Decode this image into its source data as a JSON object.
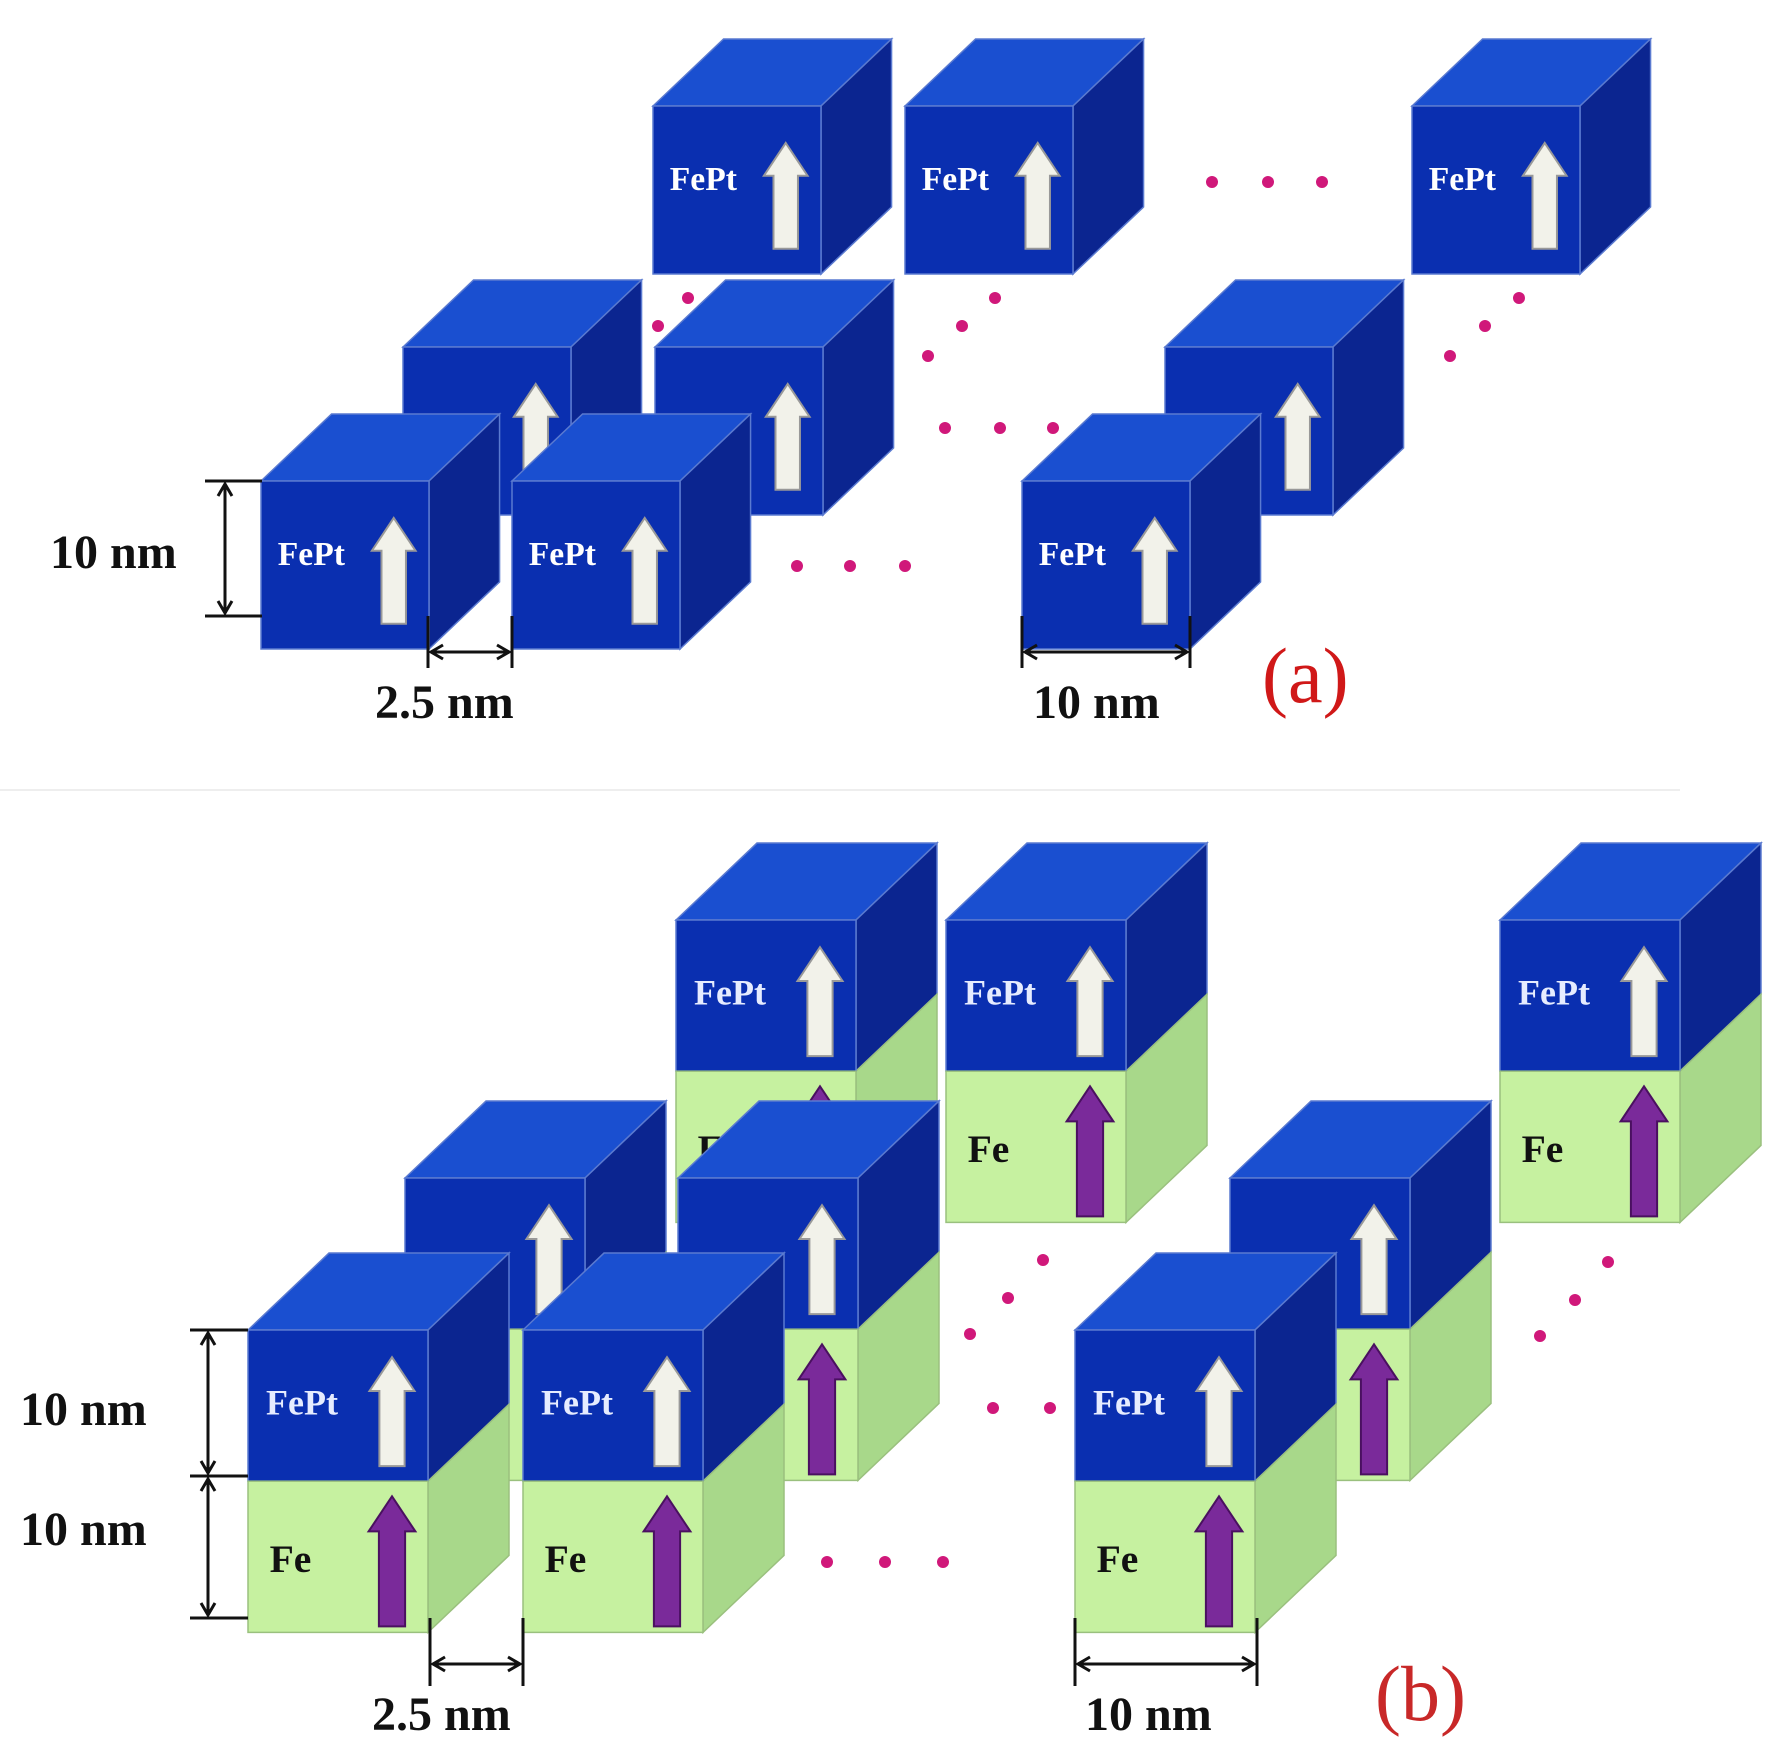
{
  "labels": {
    "fept": "FePt",
    "fe": "Fe"
  },
  "panel_a": {
    "tag": "(a)",
    "dim_height": "10 nm",
    "dim_gap": "2.5 nm",
    "dim_width": "10 nm"
  },
  "panel_b": {
    "tag": "(b)",
    "dim_height_top": "10 nm",
    "dim_height_bottom": "10 nm",
    "dim_gap": "2.5 nm",
    "dim_width": "10 nm"
  },
  "colors": {
    "fept_front": "#0a2fb0",
    "fept_top": "#1a4fd0",
    "fept_side": "#0b2590",
    "fe_front": "#c6f1a0",
    "fe_side": "#a8d88a",
    "white_arrow": "#f2f2ea",
    "fe_arrow": "#7a2a9a",
    "dots": "#d0187a",
    "panel_tag": "#d01818"
  },
  "icons": {
    "fept_arrow": "up-arrow-icon",
    "fe_arrow": "up-arrow-icon",
    "continuation": "ellipsis-dots-icon"
  }
}
